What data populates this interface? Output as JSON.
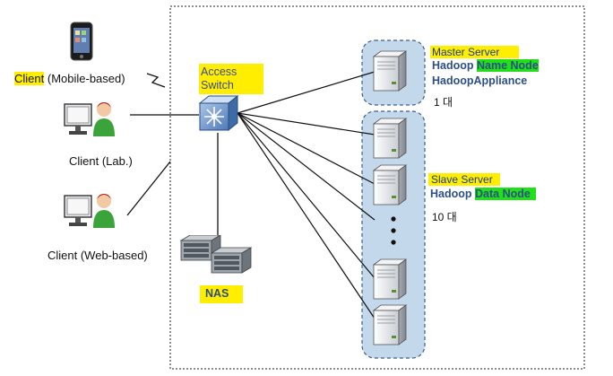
{
  "clients": {
    "mobile": {
      "prefix": "Client",
      "suffix": " (Mobile-based)"
    },
    "lab": {
      "label": "Client (Lab.)"
    },
    "web": {
      "label": "Client (Web-based)"
    }
  },
  "switch": {
    "line1": "Access",
    "line2": "Switch"
  },
  "nas": {
    "label": "NAS"
  },
  "master": {
    "title": "Master Server",
    "hadoop": "Hadoop ",
    "name_node": "Name Node",
    "appliance": "HadoopAppliance",
    "count": "1 대"
  },
  "slave": {
    "title": "Slave Server",
    "hadoop": "Hadoop ",
    "data_node": "Data Node",
    "count": "10 대"
  },
  "colors": {
    "highlight_yellow": "#ffee00",
    "highlight_green": "#22e018",
    "group_fill": "#c4d8ec",
    "group_border": "#3d5f86"
  },
  "icons": [
    "smartphone-icon",
    "person-computer-icon",
    "network-switch-icon",
    "server-icon",
    "nas-rack-icon",
    "lightning-link-icon"
  ]
}
